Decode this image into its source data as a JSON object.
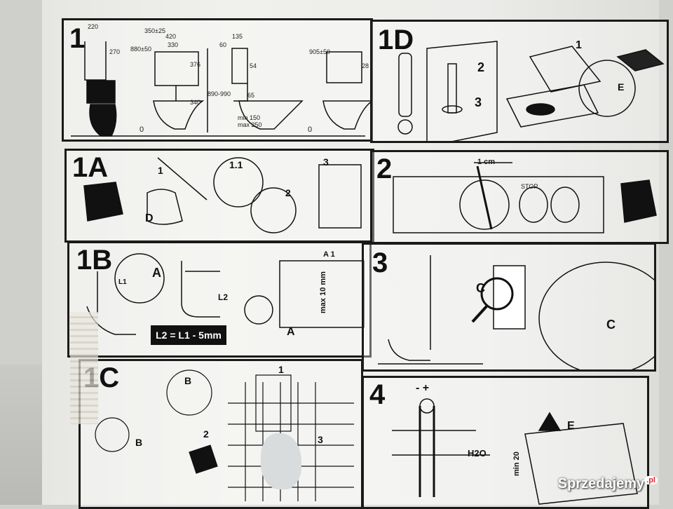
{
  "panels": {
    "p1": {
      "label": "1"
    },
    "p1d": {
      "label": "1D"
    },
    "p1a": {
      "label": "1A"
    },
    "p2": {
      "label": "2"
    },
    "p1b": {
      "label": "1B"
    },
    "p3": {
      "label": "3"
    },
    "p1c": {
      "label": "1C"
    },
    "p4": {
      "label": "4"
    }
  },
  "dimensions": {
    "d220": "220",
    "d270": "270",
    "d350": "350±25",
    "d420": "420",
    "d330": "330",
    "d880": "880±50",
    "d376": "376",
    "d340": "340",
    "d890": "890-990",
    "d135": "135",
    "d60": "60",
    "d54": "54",
    "d65": "65",
    "dmin150": "min 150",
    "dmax250": "max 250",
    "d905": "905±50",
    "d28": "28",
    "zero1": "0",
    "zero2": "0"
  },
  "callouts": {
    "c1a_1": "1",
    "c1a_11": "1.1",
    "c1a_2": "2",
    "c1a_3": "3",
    "c1a_D": "D",
    "c1d_2": "2",
    "c1d_3": "3",
    "c1d_1": "1",
    "c1d_E": "E",
    "c2_cm": "1 cm",
    "c2_stop": "STOP",
    "c1b_A": "A",
    "c1b_A2": "A",
    "c1b_L2": "L2",
    "c1b_L1": "L1",
    "c1b_A1": "A 1",
    "c1b_max": "max 10 mm",
    "formula": "L2 = L1 - 5mm",
    "c3_C": "C",
    "c3_C2": "C",
    "c1c_B": "B",
    "c1c_B2": "B",
    "c1c_1": "1",
    "c1c_2": "2",
    "c1c_3": "3",
    "c4_sign": "- +",
    "c4_h2o": "H2O",
    "c4_E": "E",
    "c4_min20": "min 20"
  },
  "watermark": {
    "brand": "Sprzedajemy",
    "tld": ".pl"
  },
  "colors": {
    "ink": "#111111",
    "cardboard": "#ececea",
    "wall": "#c9cac6"
  }
}
